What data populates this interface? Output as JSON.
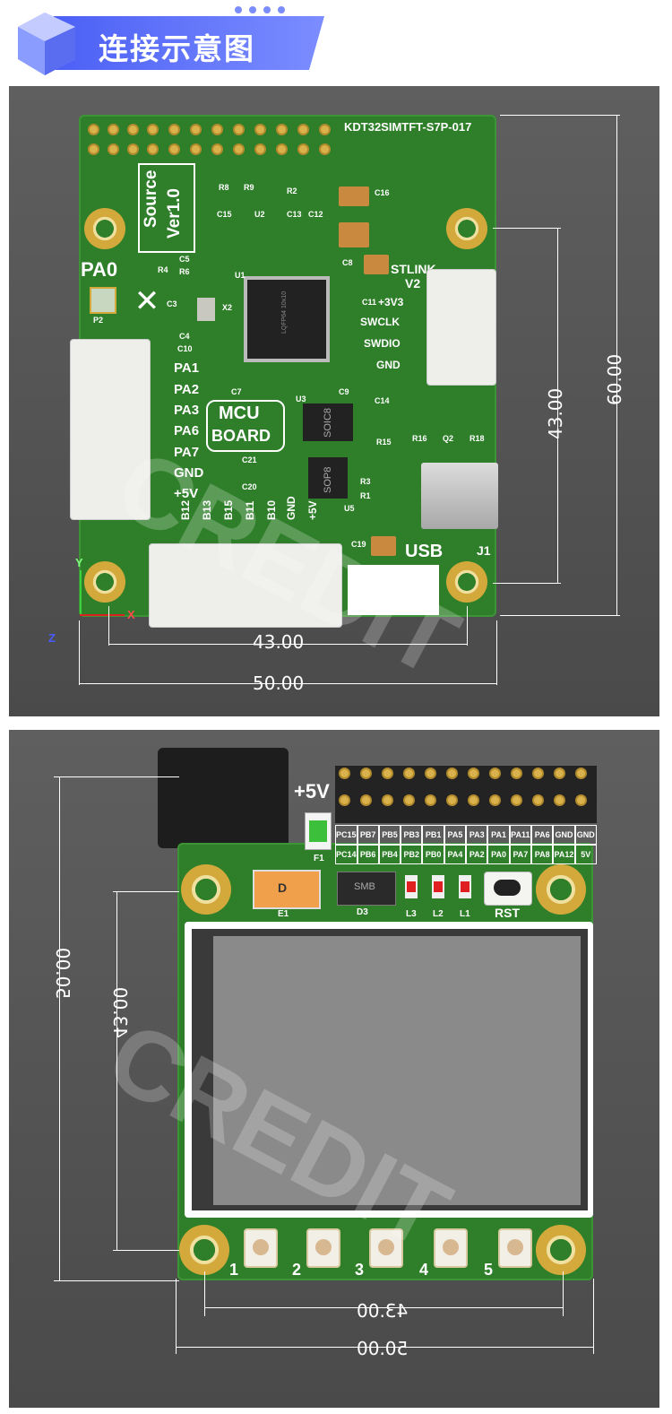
{
  "header": {
    "title": "连接示意图"
  },
  "top_board": {
    "model": "KDT32SIMTFT-S7P-017",
    "source_label": "Source",
    "version_label": "Ver1.0",
    "pa0_label": "PA0",
    "stlink_label": "STLINK",
    "stlink_version": "V2",
    "stlink_pins": [
      "+3V3",
      "SWCLK",
      "SWDIO",
      "GND"
    ],
    "left_pins": [
      "PA1",
      "PA2",
      "PA3",
      "PA6",
      "PA7",
      "GND",
      "+5V"
    ],
    "bottom_pins": [
      "B12",
      "B13",
      "B15",
      "B11",
      "B10",
      "GND",
      "+5V"
    ],
    "mcu_line1": "MCU",
    "mcu_line2": "BOARD",
    "usb_label": "USB",
    "j1_label": "J1",
    "chip_soic8": "SOIC8",
    "chip_sop8": "SOP8",
    "chip_mcu": "LQFP64 10x10",
    "refs": {
      "r1": "R1",
      "r2": "R2",
      "r3": "R3",
      "r4": "R4",
      "r6": "R6",
      "r8": "R8",
      "r9": "R9",
      "r15": "R15",
      "r16": "R16",
      "r18": "R18",
      "c3": "C3",
      "c4": "C4",
      "c5": "C5",
      "c7": "C7",
      "c8": "C8",
      "c9": "C9",
      "c10": "C10",
      "c11": "C11",
      "c12": "C12",
      "c13": "C13",
      "c14": "C14",
      "c15": "C15",
      "c16": "C16",
      "c19": "C19",
      "c20": "C20",
      "c21": "C21",
      "u1": "U1",
      "u2": "U2",
      "u3": "U3",
      "u5": "U5",
      "q2": "Q2",
      "p2": "P2",
      "x2": "X2"
    },
    "axes": {
      "y": "Y",
      "x": "X",
      "z": "Z"
    },
    "dims": {
      "inner_width": "43.00",
      "outer_width": "50.00",
      "inner_height": "43.00",
      "outer_height": "60.00"
    }
  },
  "bottom_board": {
    "power_label": "+5V",
    "header_top_row": [
      "PC15",
      "PB7",
      "PB5",
      "PB3",
      "PB1",
      "PA5",
      "PA3",
      "PA1",
      "PA11",
      "PA6",
      "GND",
      "GND"
    ],
    "header_bottom_row": [
      "PC14",
      "PB6",
      "PB4",
      "PB2",
      "PB0",
      "PA4",
      "PA2",
      "PA0",
      "PA7",
      "PA8",
      "PA12",
      "5V"
    ],
    "f1_label": "F1",
    "e1_label": "E1",
    "d_label": "D",
    "d3_label": "D3",
    "smb_label": "SMB",
    "leds": [
      "L3",
      "L2",
      "L1"
    ],
    "rst_label": "RST",
    "buttons": [
      "1",
      "2",
      "3",
      "4",
      "5"
    ],
    "dims": {
      "inner_width": "43.00",
      "outer_width": "50.00",
      "inner_height": "43.00",
      "outer_height": "50.00"
    }
  },
  "watermark": "CREDIT",
  "colors": {
    "pcb": "#2f7f2a",
    "header_bar": "#5a6cf0",
    "panel": "#555555",
    "gold": "#d4a93c"
  }
}
